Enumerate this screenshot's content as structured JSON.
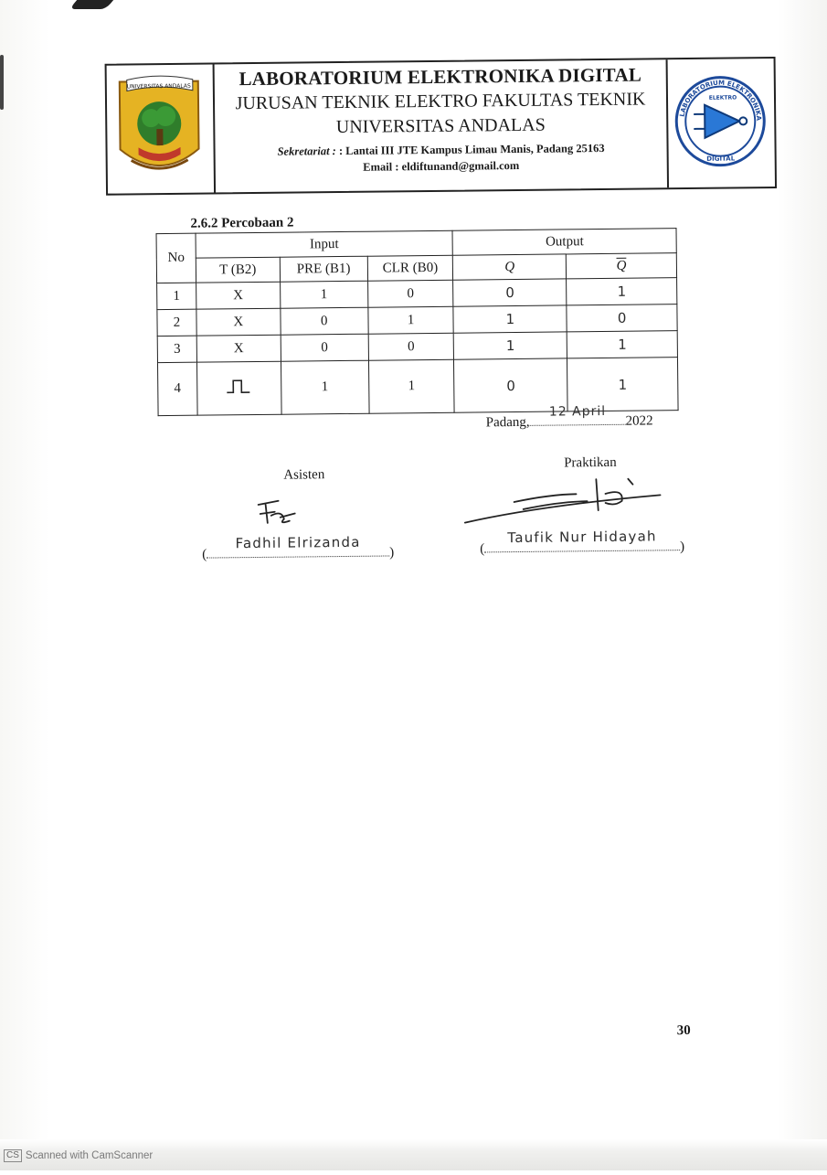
{
  "header": {
    "left_logo_text": "UNIVERSITAS ANDALAS",
    "title": "LABORATORIUM ELEKTRONIKA DIGITAL",
    "line2": "JURUSAN TEKNIK ELEKTRO FAKULTAS TEKNIK",
    "line3": "UNIVERSITAS ANDALAS",
    "address_label": "Sekretariat :",
    "address": ": Lantai III JTE Kampus Limau Manis, Padang 25163",
    "email": "Email : eldiftunand@gmail.com",
    "right_logo_text_top": "LABORATORIUM ELEKTRONIKA",
    "right_logo_text_bottom": "DIGITAL",
    "right_logo_inner": "ELEKTRO"
  },
  "section_title": "2.6.2 Percobaan 2",
  "table": {
    "group_input": "Input",
    "group_output": "Output",
    "col_no": "No",
    "col_t": "T (B2)",
    "col_pre": "PRE (B1)",
    "col_clr": "CLR (B0)",
    "col_q": "Q",
    "col_qbar": "Q",
    "rows": [
      {
        "no": "1",
        "t": "X",
        "pre": "1",
        "clr": "0",
        "q": "0",
        "qbar": "1"
      },
      {
        "no": "2",
        "t": "X",
        "pre": "0",
        "clr": "1",
        "q": "1",
        "qbar": "0"
      },
      {
        "no": "3",
        "t": "X",
        "pre": "0",
        "clr": "0",
        "q": "1",
        "qbar": "1"
      },
      {
        "no": "4",
        "t": "",
        "pre": "1",
        "clr": "1",
        "q": "0",
        "qbar": "1"
      }
    ]
  },
  "date": {
    "place": "Padang,",
    "day_month": "12 April",
    "year": "2022"
  },
  "asisten": {
    "label": "Asisten",
    "name": "Fadhil Elrizanda"
  },
  "praktikan": {
    "label": "Praktikan",
    "name": "Taufik Nur Hidayah"
  },
  "page_number": "30",
  "watermark": {
    "badge": "CS",
    "text": "Scanned with CamScanner"
  }
}
